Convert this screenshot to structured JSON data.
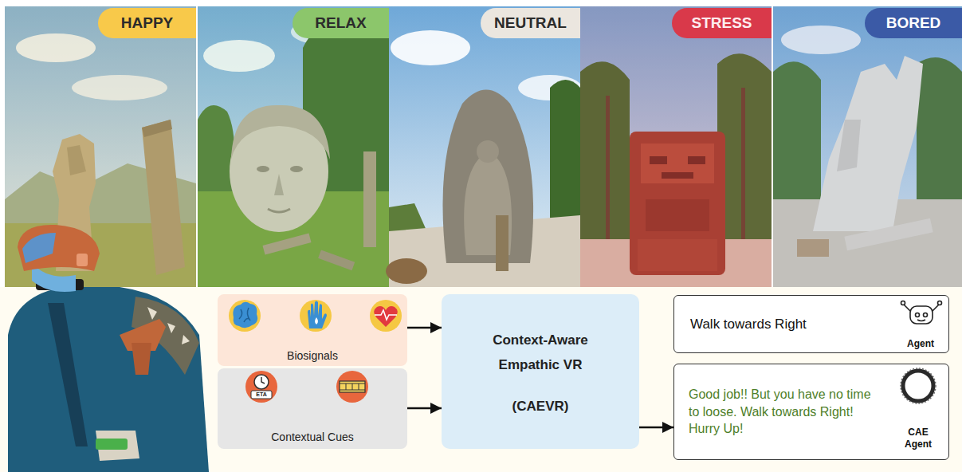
{
  "diagram": {
    "nodes": [
      {
        "text": [
          "HAPPY"
        ]
      },
      {
        "text": [
          "RELAX"
        ]
      },
      {
        "text": [
          "NEUTRAL"
        ]
      },
      {
        "text": [
          "STRESS"
        ]
      },
      {
        "text": [
          "BORED"
        ]
      },
      {
        "text": [
          "Biosignals"
        ]
      },
      {
        "text": [
          "Contextual Cues"
        ]
      },
      {
        "text": [
          "Context-Aware Empathic VR",
          "(CAEVR)"
        ]
      },
      {
        "text": [
          "Walk towards Right",
          "Agent"
        ]
      },
      {
        "text": [
          "Good job!! But you have no time to loose. Walk towards Right! Hurry Up!",
          "CAE Agent"
        ]
      }
    ],
    "edges": [
      {
        "from": 5,
        "to": 7,
        "arrow": "to"
      },
      {
        "from": 6,
        "to": 7,
        "arrow": "to"
      },
      {
        "from": 7,
        "to": 9,
        "arrow": "to"
      }
    ],
    "labels": [
      "ETA"
    ]
  }
}
